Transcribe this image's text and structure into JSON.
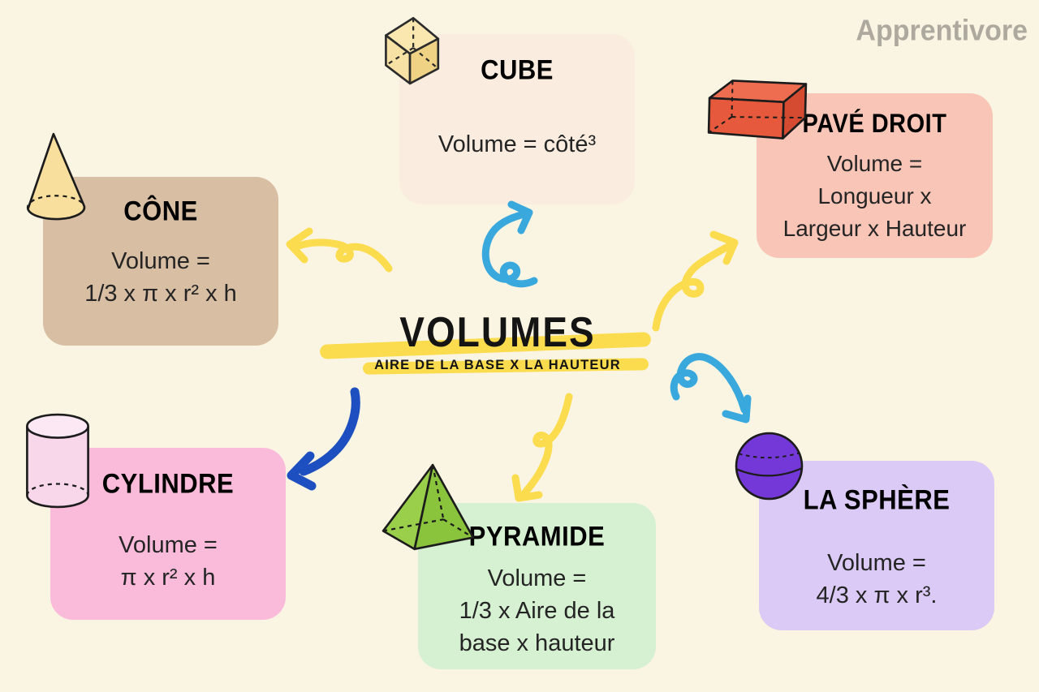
{
  "logo": {
    "text": "Apprentivore",
    "color": "#ADA99E"
  },
  "center": {
    "title": "VOLUMES",
    "subtitle": "AIRE DE LA BASE X LA HAUTEUR",
    "highlight_color": "#FBDC4E"
  },
  "colors": {
    "background": "#FAF5E2",
    "arrow_yellow": "#FBDC4E",
    "arrow_blue_light": "#38A8DD",
    "arrow_blue_dark": "#1E4FC0"
  },
  "cards": {
    "cube": {
      "title": "CUBE",
      "bg": "#FAEDE0",
      "icon": "cube-icon",
      "lines": [
        "Volume = côté³"
      ]
    },
    "pave": {
      "title": "PAVÉ DROIT",
      "bg": "#F8C5B7",
      "icon": "cuboid-icon",
      "lines": [
        "Volume =",
        "Longueur x",
        "Largeur x Hauteur"
      ]
    },
    "cone": {
      "title": "CÔNE",
      "bg": "#D8BEA3",
      "icon": "cone-icon",
      "lines": [
        "Volume =",
        "1/3 x π x r² x h"
      ]
    },
    "cylindre": {
      "title": "CYLINDRE",
      "bg": "#FABBDB",
      "icon": "cylinder-icon",
      "lines": [
        "Volume =",
        "π x r² x h"
      ]
    },
    "pyramide": {
      "title": "PYRAMIDE",
      "bg": "#D6F0D2",
      "icon": "pyramid-icon",
      "lines": [
        "Volume =",
        "1/3 x Aire de la",
        "base x hauteur"
      ]
    },
    "sphere": {
      "title": "LA SPHÈRE",
      "bg": "#DBCAF5",
      "icon": "sphere-icon",
      "lines": [
        "Volume =",
        "4/3 x π x r³."
      ]
    }
  }
}
